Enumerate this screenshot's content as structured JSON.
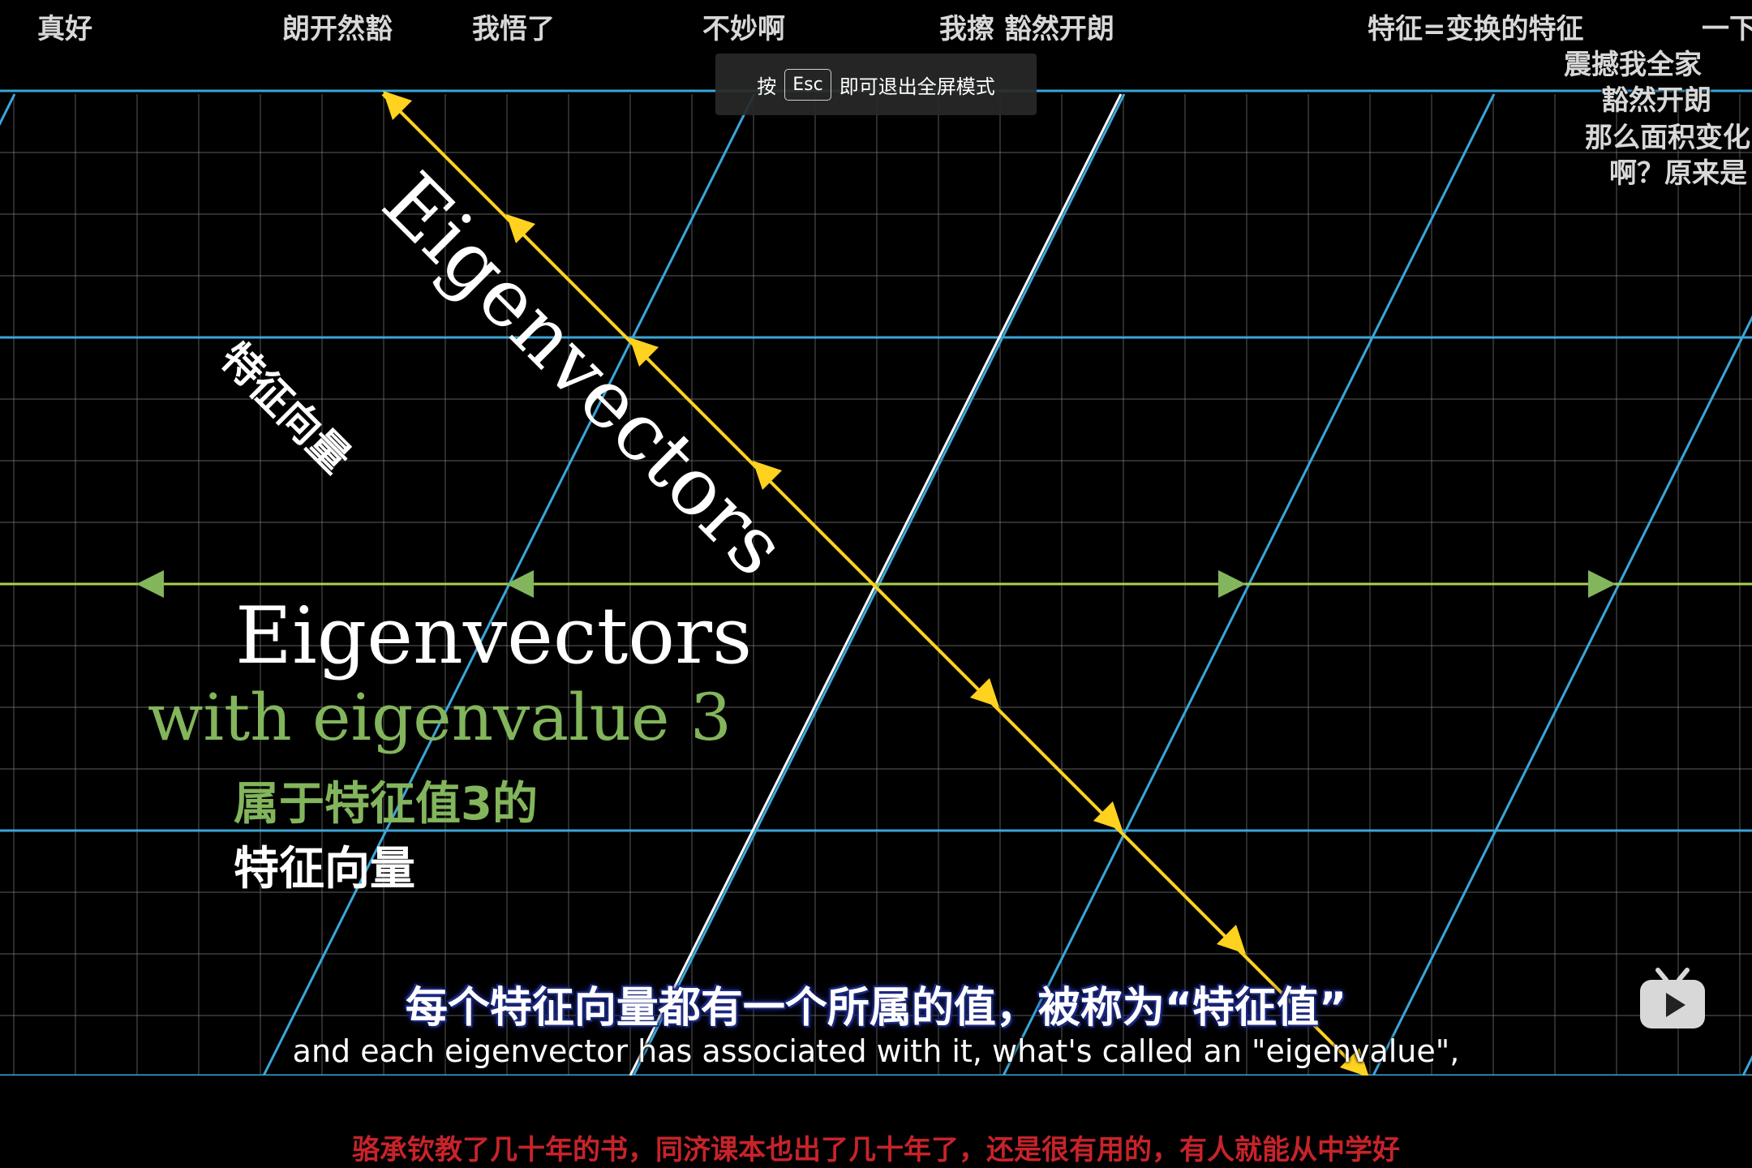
{
  "esc_hint": {
    "prefix": "按",
    "key": "Esc",
    "suffix": "即可退出全屏模式"
  },
  "danmaku": [
    {
      "text": "真好"
    },
    {
      "text": "朗开然豁"
    },
    {
      "text": "我悟了"
    },
    {
      "text": "不妙啊"
    },
    {
      "text": "我擦  豁然开朗"
    },
    {
      "text": "特征=变换的特征"
    },
    {
      "text": "一下"
    },
    {
      "text": "震撼我全家"
    },
    {
      "text": "豁然开朗"
    },
    {
      "text": "那么面积变化"
    },
    {
      "text": "啊？原来是"
    }
  ],
  "math": {
    "diag_label": "Eigenvectors",
    "diag_label_cn": "特征向量",
    "title": "Eigenvectors",
    "subtitle": "with eigenvalue 3",
    "cn_line1": "属于特征值3的",
    "cn_line2": "特征向量"
  },
  "subtitles": {
    "cn": "每个特征向量都有一个所属的值，被称为“特征值”",
    "en": "and each eigenvector has associated with it, what's called an \"eigenvalue\","
  },
  "comment": "骆承钦教了几十年的书，同济课本也出了几十年了，还是很有用的，有人就能从中学好",
  "colors": {
    "grid_static": "#888888",
    "grid_horizontal": "#3aa6d8",
    "grid_slanted": "#3aa6d8",
    "x_axis": "#a9d052",
    "yellow_vectors": "#ffd21f",
    "green_vectors": "#83b55c",
    "subtitle_outline": "#1d2a80",
    "comment_red": "#c8232a"
  },
  "icons": [
    "bilibili-tv-icon",
    "esc-key-icon"
  ]
}
